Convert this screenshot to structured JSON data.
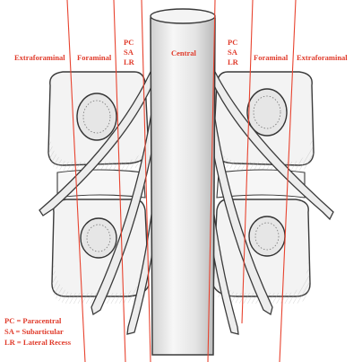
{
  "zone_labels": {
    "extraforaminal_left": "Extraforaminal",
    "foraminal_left": "Foraminal",
    "pc_left": "PC",
    "sa_left": "SA",
    "lr_left": "LR",
    "central": "Central",
    "pc_right": "PC",
    "sa_right": "SA",
    "lr_right": "LR",
    "foraminal_right": "Foraminal",
    "extraforaminal_right": "Extraforaminal"
  },
  "legend": {
    "pc": "PC = Paracentral",
    "sa": "SA = Subarticular",
    "lr": "LR = Lateral Recess"
  },
  "colors": {
    "label_red": "#e03a2a",
    "zone_line_red": "#e8432f",
    "bone_fill": "#f3f3f3",
    "bone_stroke": "#3a3a3a",
    "nerve_fill": "#ededed",
    "shading": "#9a9a9a"
  }
}
